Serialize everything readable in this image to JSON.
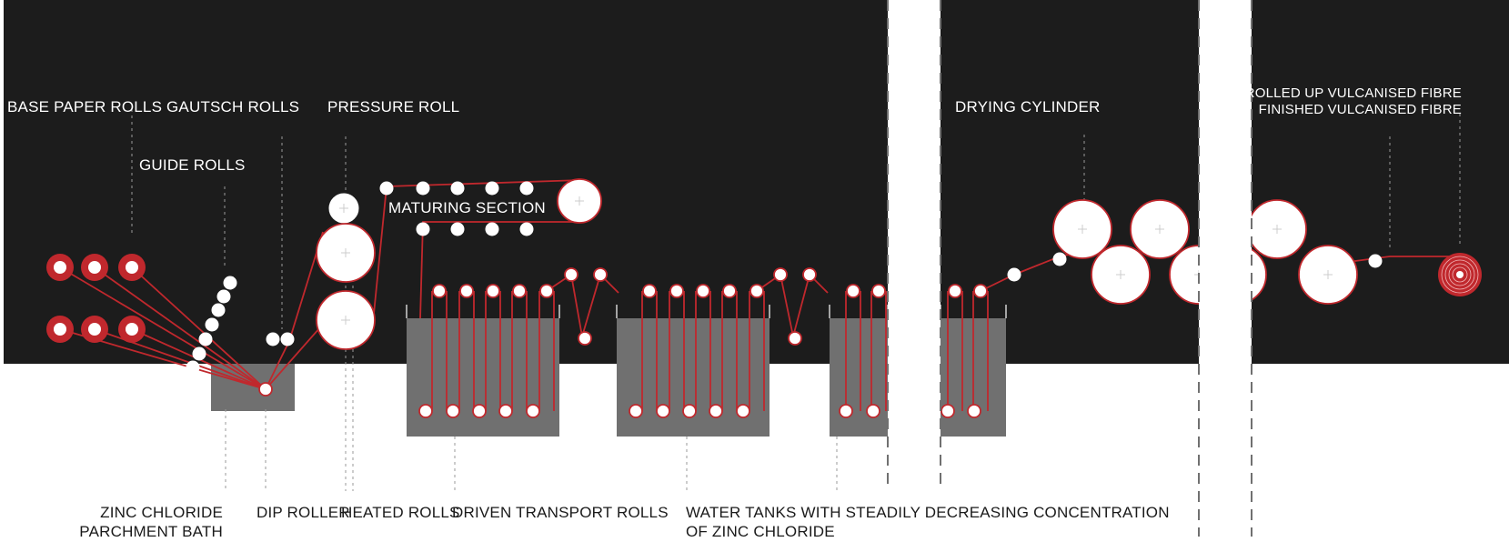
{
  "labels": {
    "base_paper_rolls": "BASE PAPER ROLLS",
    "gautsch_rolls": "GAUTSCH ROLLS",
    "pressure_roll": "PRESSURE ROLL",
    "guide_rolls": "GUIDE ROLLS",
    "maturing_section": "MATURING SECTION",
    "drying_cylinder": "DRYING CYLINDER",
    "rolled_up_line1": "ROLLED UP VULCANISED FIBRE",
    "rolled_up_line2": "FINISHED VULCANISED FIBRE",
    "zinc_chloride_line1": "ZINC CHLORIDE",
    "zinc_chloride_line2": "PARCHMENT BATH",
    "dip_roller": "DIP ROLLER",
    "heated_rolls": "HEATED ROLLS",
    "driven_transport_rolls": "DRIVEN TRANSPORT ROLLS",
    "water_tanks_line1": "WATER TANKS WITH STEADILY DECREASING CONCENTRATION",
    "water_tanks_line2": "OF ZINC CHLORIDE"
  },
  "colors": {
    "background_panel": "#1c1c1c",
    "paper_path": "#c0282d",
    "roll_fill": "#ffffff",
    "tank_fill": "#707070",
    "leader_line": "#9a9a9a"
  }
}
